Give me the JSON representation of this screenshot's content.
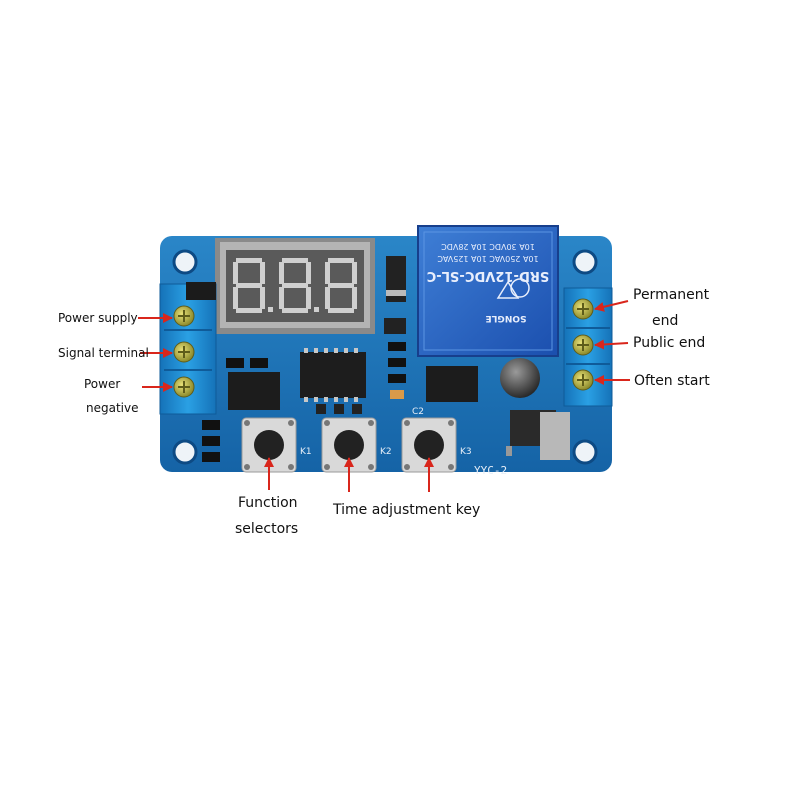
{
  "labels": {
    "power_supply": "Power supply",
    "signal_terminal": "Signal terminal",
    "power_negative_1": "Power",
    "power_negative_2": "negative",
    "permanent_end_1": "Permanent",
    "permanent_end_2": "end",
    "public_end": "Public end",
    "often_start": "Often start",
    "function_selectors_1": "Function",
    "function_selectors_2": "selectors",
    "time_adjustment_key": "Time adjustment key"
  },
  "board_markings": {
    "k1": "K1",
    "k2": "K2",
    "k3": "K3",
    "model": "YYC-2",
    "c2": "C2",
    "relay_model": "SRD-12VDC-SL-C",
    "relay_rating_1": "10A 250VAC 10A 125VAC",
    "relay_rating_2": "10A 30VDC 10A 28VDC",
    "relay_brand": "SONGLE"
  },
  "colors": {
    "pcb": "#1a73b8",
    "terminal": "#1e8fd0",
    "arrow": "#d9261c",
    "relay": "#1f5fbf"
  }
}
